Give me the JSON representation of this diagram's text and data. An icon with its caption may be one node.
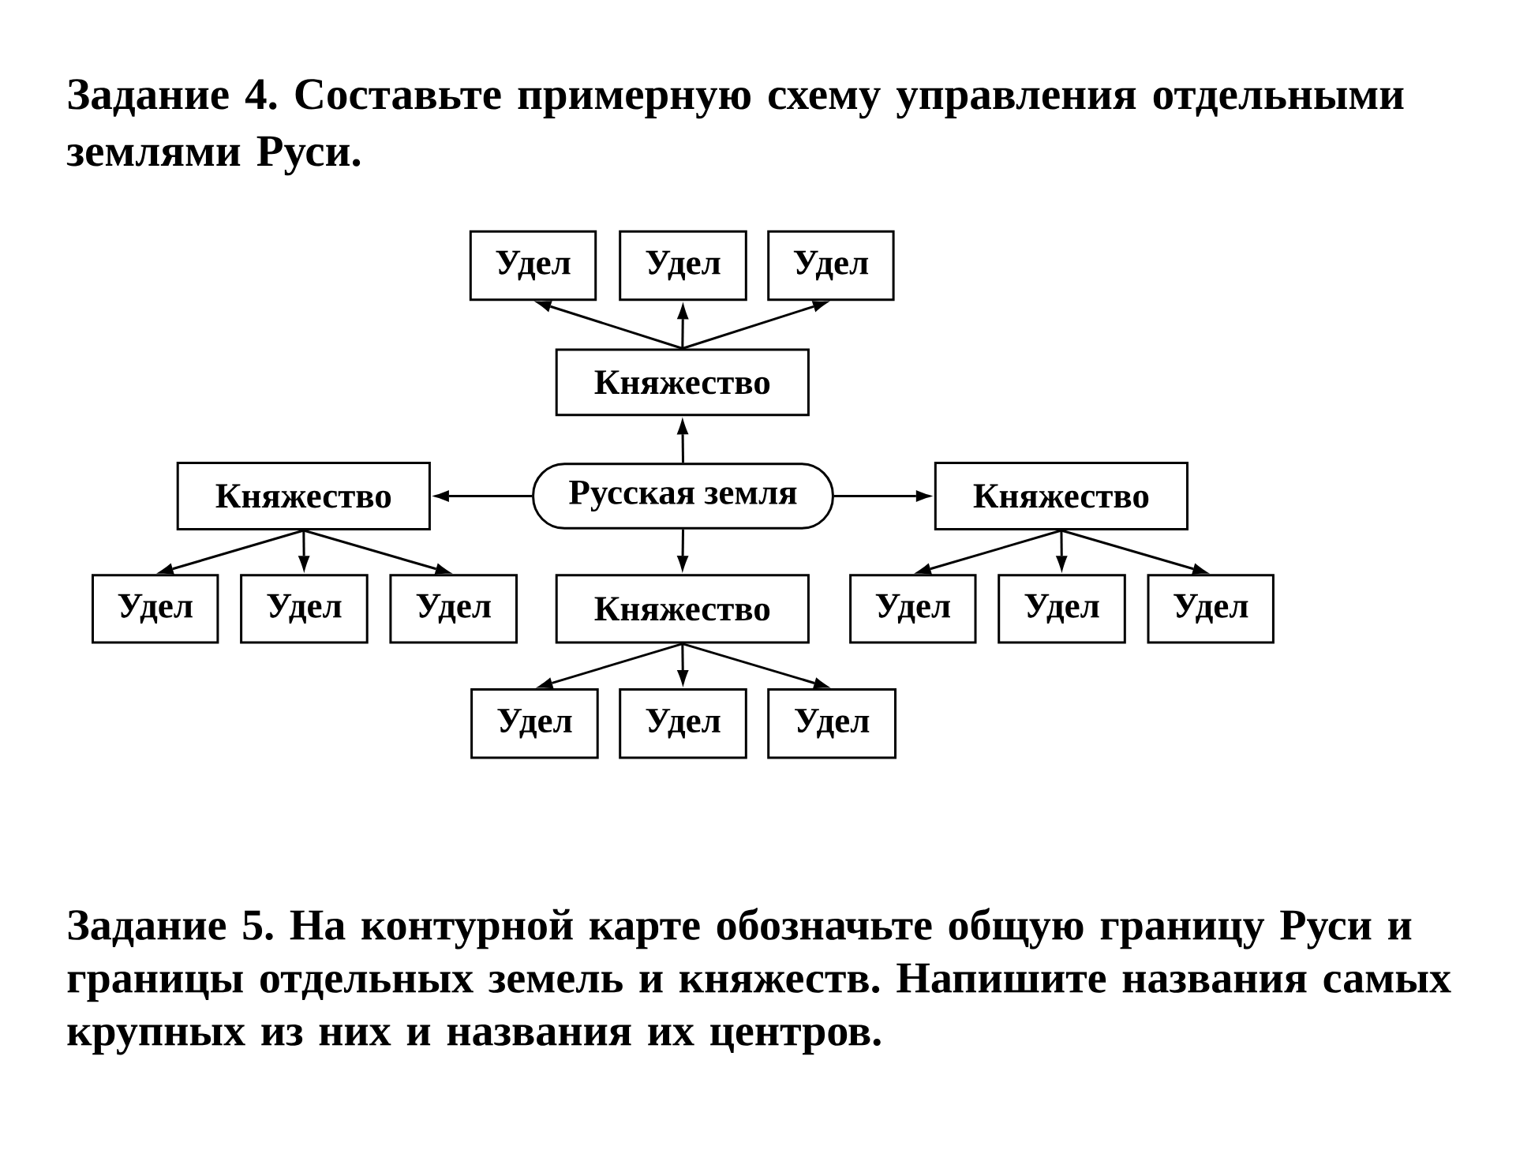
{
  "diagram": {
    "title": "Задание 4. Составьте примерную схему управления отдельными землями Руси.",
    "nodes": [
      {
        "text": [
          "Удел"
        ]
      },
      {
        "text": [
          "Удел"
        ]
      },
      {
        "text": [
          "Удел"
        ]
      },
      {
        "text": [
          "Княжество"
        ]
      },
      {
        "text": [
          "Княжество"
        ]
      },
      {
        "text": [
          "Русская земля"
        ]
      },
      {
        "text": [
          "Княжество"
        ]
      },
      {
        "text": [
          "Удел"
        ]
      },
      {
        "text": [
          "Удел"
        ]
      },
      {
        "text": [
          "Удел"
        ]
      },
      {
        "text": [
          "Княжество"
        ]
      },
      {
        "text": [
          "Удел"
        ]
      },
      {
        "text": [
          "Удел"
        ]
      },
      {
        "text": [
          "Удел"
        ]
      },
      {
        "text": [
          "Удел"
        ]
      },
      {
        "text": [
          "Удел"
        ]
      },
      {
        "text": [
          "Удел"
        ]
      }
    ],
    "edges": [
      {
        "from": 5,
        "to": 3,
        "arrow": "to"
      },
      {
        "from": 5,
        "to": 4,
        "arrow": "to"
      },
      {
        "from": 5,
        "to": 6,
        "arrow": "to"
      },
      {
        "from": 5,
        "to": 10,
        "arrow": "to"
      },
      {
        "from": 3,
        "to": 0,
        "arrow": "to"
      },
      {
        "from": 3,
        "to": 1,
        "arrow": "to"
      },
      {
        "from": 3,
        "to": 2,
        "arrow": "to"
      },
      {
        "from": 4,
        "to": 7,
        "arrow": "to"
      },
      {
        "from": 4,
        "to": 8,
        "arrow": "to"
      },
      {
        "from": 4,
        "to": 9,
        "arrow": "to"
      },
      {
        "from": 6,
        "to": 11,
        "arrow": "to"
      },
      {
        "from": 6,
        "to": 12,
        "arrow": "to"
      },
      {
        "from": 6,
        "to": 13,
        "arrow": "to"
      },
      {
        "from": 10,
        "to": 14,
        "arrow": "to"
      },
      {
        "from": 10,
        "to": 15,
        "arrow": "to"
      },
      {
        "from": 10,
        "to": 16,
        "arrow": "to"
      }
    ],
    "labels": [
      "Задание 5. На контурной карте обозначьте общую границу Руси и границы отдельных земель и княжеств. Напишите названия самых крупных из них и названия их центров."
    ]
  }
}
